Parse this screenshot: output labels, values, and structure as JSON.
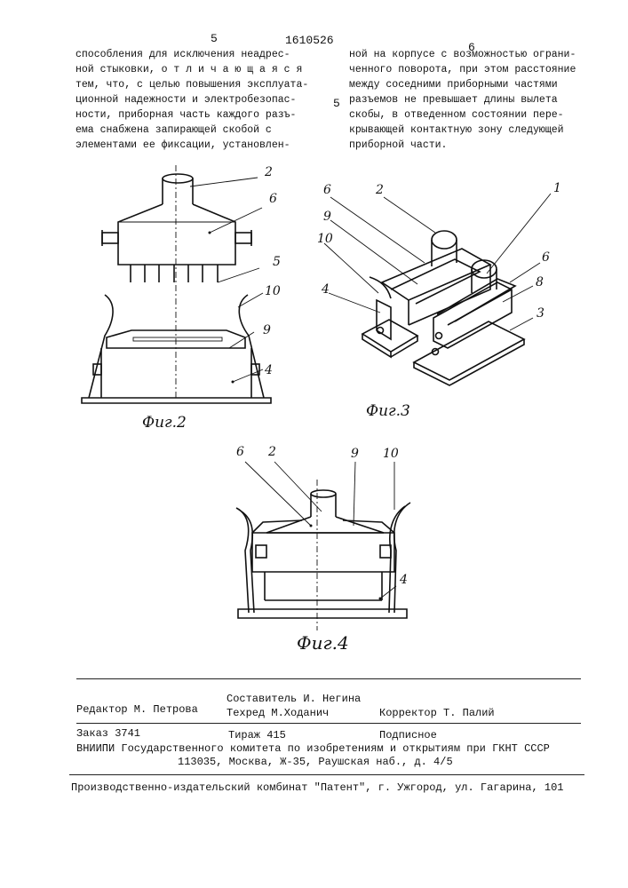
{
  "header": {
    "left_page": "5",
    "patent_number": "1610526",
    "right_page": "6"
  },
  "left_column": [
    "способления для исключения неадрес-",
    "ной стыковки, о т л и ч а ю щ а я с я",
    "тем, что, с целью повышения эксплуата-",
    "ционной надежности и электробезопас-",
    "ности, приборная часть каждого разъ-",
    "ема снабжена запирающей скобой с",
    "элементами ее фиксации, установлен-"
  ],
  "right_column": [
    "ной на корпусе с возможностью ограни-",
    "ченного поворота, при этом расстояние",
    "между соседними приборными частями",
    "разъемов не превышает длины вылета",
    "скобы, в отведенном состоянии пере-",
    "крывающей контактную зону следующей",
    "приборной части."
  ],
  "margin_line_number": "5",
  "figures": {
    "fig2": {
      "caption": "Фиг.2",
      "callouts": [
        "2",
        "6",
        "5",
        "10",
        "9",
        "4"
      ]
    },
    "fig3": {
      "caption": "Фиг.3",
      "callouts": [
        "6",
        "2",
        "1",
        "9",
        "10",
        "6",
        "8",
        "4",
        "3"
      ]
    },
    "fig4": {
      "caption": "Фиг.4",
      "callouts": [
        "6",
        "2",
        "9",
        "10",
        "4"
      ]
    }
  },
  "footer": {
    "editor": "Редактор М. Петрова",
    "compiler": "Составитель И. Негина",
    "techred": "Техред М.Ходанич",
    "corrector": "Корректор Т. Палий",
    "order": "Заказ 3741",
    "circulation": "Тираж 415",
    "subscription": "Подписное",
    "institute": "ВНИИПИ Государственного комитета по изобретениям и открытиям при ГКНТ СССР",
    "address": "113035, Москва, Ж-35, Раушская наб., д. 4/5",
    "publisher": "Производственно-издательский комбинат \"Патент\", г. Ужгород, ул. Гагарина, 101"
  }
}
